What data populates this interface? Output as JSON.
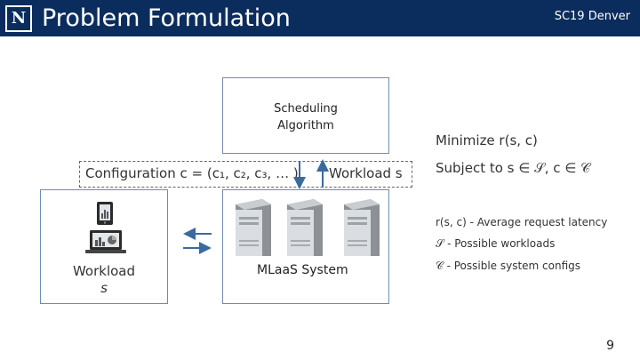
{
  "header": {
    "logo_letter": "N",
    "title": "Problem Formulation",
    "conference": "SC19 Denver"
  },
  "diagram": {
    "scheduler_label_1": "Scheduling",
    "scheduler_label_2": "Algorithm",
    "configuration_label": "Configuration c = (c₁, c₂, c₃, … )",
    "workload_top_label": "Workload s",
    "client_label": "Workload",
    "client_var": "s",
    "system_label": "MLaaS System"
  },
  "formulation": {
    "minimize": "Minimize r(s, c)",
    "subject_to": "Subject to s ∈ 𝒮, c ∈ 𝒞"
  },
  "legend": {
    "item_1": "r(s, c) - Average request latency",
    "item_2": "𝒮 - Possible workloads",
    "item_3": "𝒞 - Possible system configs"
  },
  "page_number": "9",
  "colors": {
    "header_bg": "#0b2d5e",
    "box_border": "#6d8cb5",
    "arrow": "#3b6aa0"
  },
  "icons": [
    "tablet-icon",
    "laptop-icon",
    "server-icon",
    "server-icon",
    "server-icon"
  ]
}
